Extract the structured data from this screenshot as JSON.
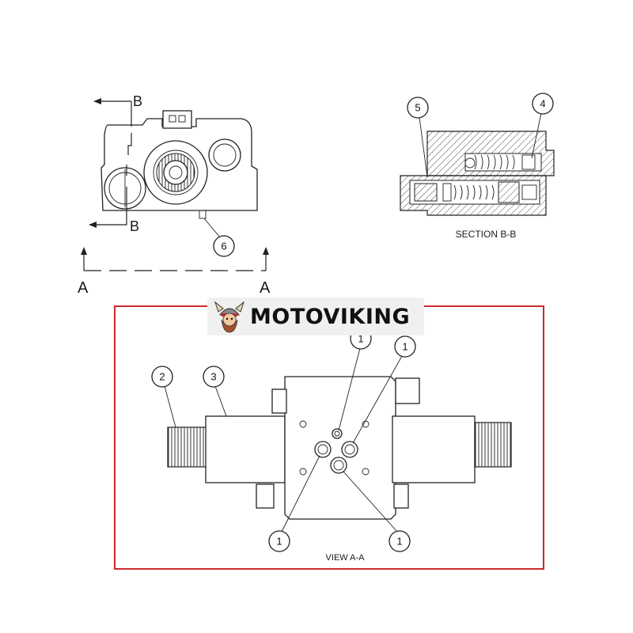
{
  "brand": {
    "name": "MOTOVIKING",
    "accent_color": "#cc2a2a",
    "logo_icon": "viking-head-icon"
  },
  "top_view": {
    "section_marker": "B",
    "view_marker": "A",
    "callout_6": "6"
  },
  "section_bb": {
    "title": "SECTION B-B",
    "callout_4": "4",
    "callout_5": "5"
  },
  "view_aa": {
    "title": "VIEW A-A",
    "frame_color": "#cc2a2a",
    "callout_1": "1",
    "callout_2": "2",
    "callout_3": "3"
  }
}
